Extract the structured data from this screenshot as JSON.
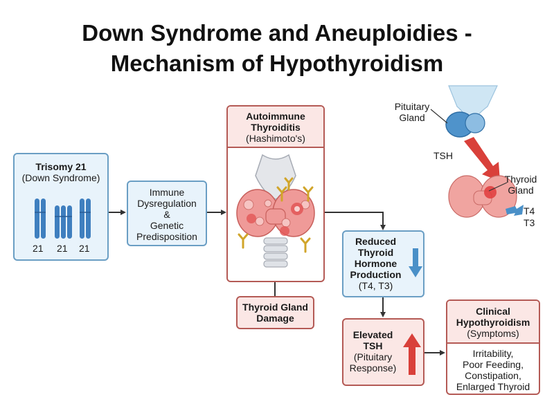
{
  "title": {
    "line1": "Down Syndrome and Aneuploidies -",
    "line2": "Mechanism of Hypothyroidism"
  },
  "trisomy": {
    "heading": "Trisomy 21",
    "sub": "(Down Syndrome)",
    "chromosome_labels": [
      "21",
      "21",
      "21"
    ]
  },
  "immune": {
    "lines": [
      "Immune",
      "Dysregulation",
      "&",
      "Genetic",
      "Predisposition"
    ]
  },
  "autoimmune": {
    "heading1": "Autoimmune",
    "heading2": "Thyroiditis",
    "sub": "(Hashimoto's)"
  },
  "damage": {
    "line1": "Thyroid Gland",
    "line2": "Damage"
  },
  "reduced": {
    "heading": [
      "Reduced",
      "Thyroid",
      "Hormone",
      "Production"
    ],
    "sub": "(T4, T3)"
  },
  "elevated": {
    "heading": [
      "Elevated",
      "TSH"
    ],
    "sub": [
      "(Pituitary",
      "Response)"
    ]
  },
  "clinical": {
    "heading": [
      "Clinical",
      "Hypothyroidism"
    ],
    "sub": "(Symptoms)",
    "symptoms": [
      "Irritability,",
      "Poor Feeding,",
      "Constipation,",
      "Enlarged Thyroid"
    ]
  },
  "axis": {
    "pituitary": [
      "Pituitary",
      "Gland"
    ],
    "tsh": "TSH",
    "thyroid": [
      "Thyroid",
      "Gland"
    ],
    "t4": "T4",
    "t3": "T3"
  },
  "colors": {
    "blue_border": "#6a9ec4",
    "red_border": "#b45a55",
    "down_arrow": "#4a90c8",
    "up_arrow": "#d9403a"
  }
}
